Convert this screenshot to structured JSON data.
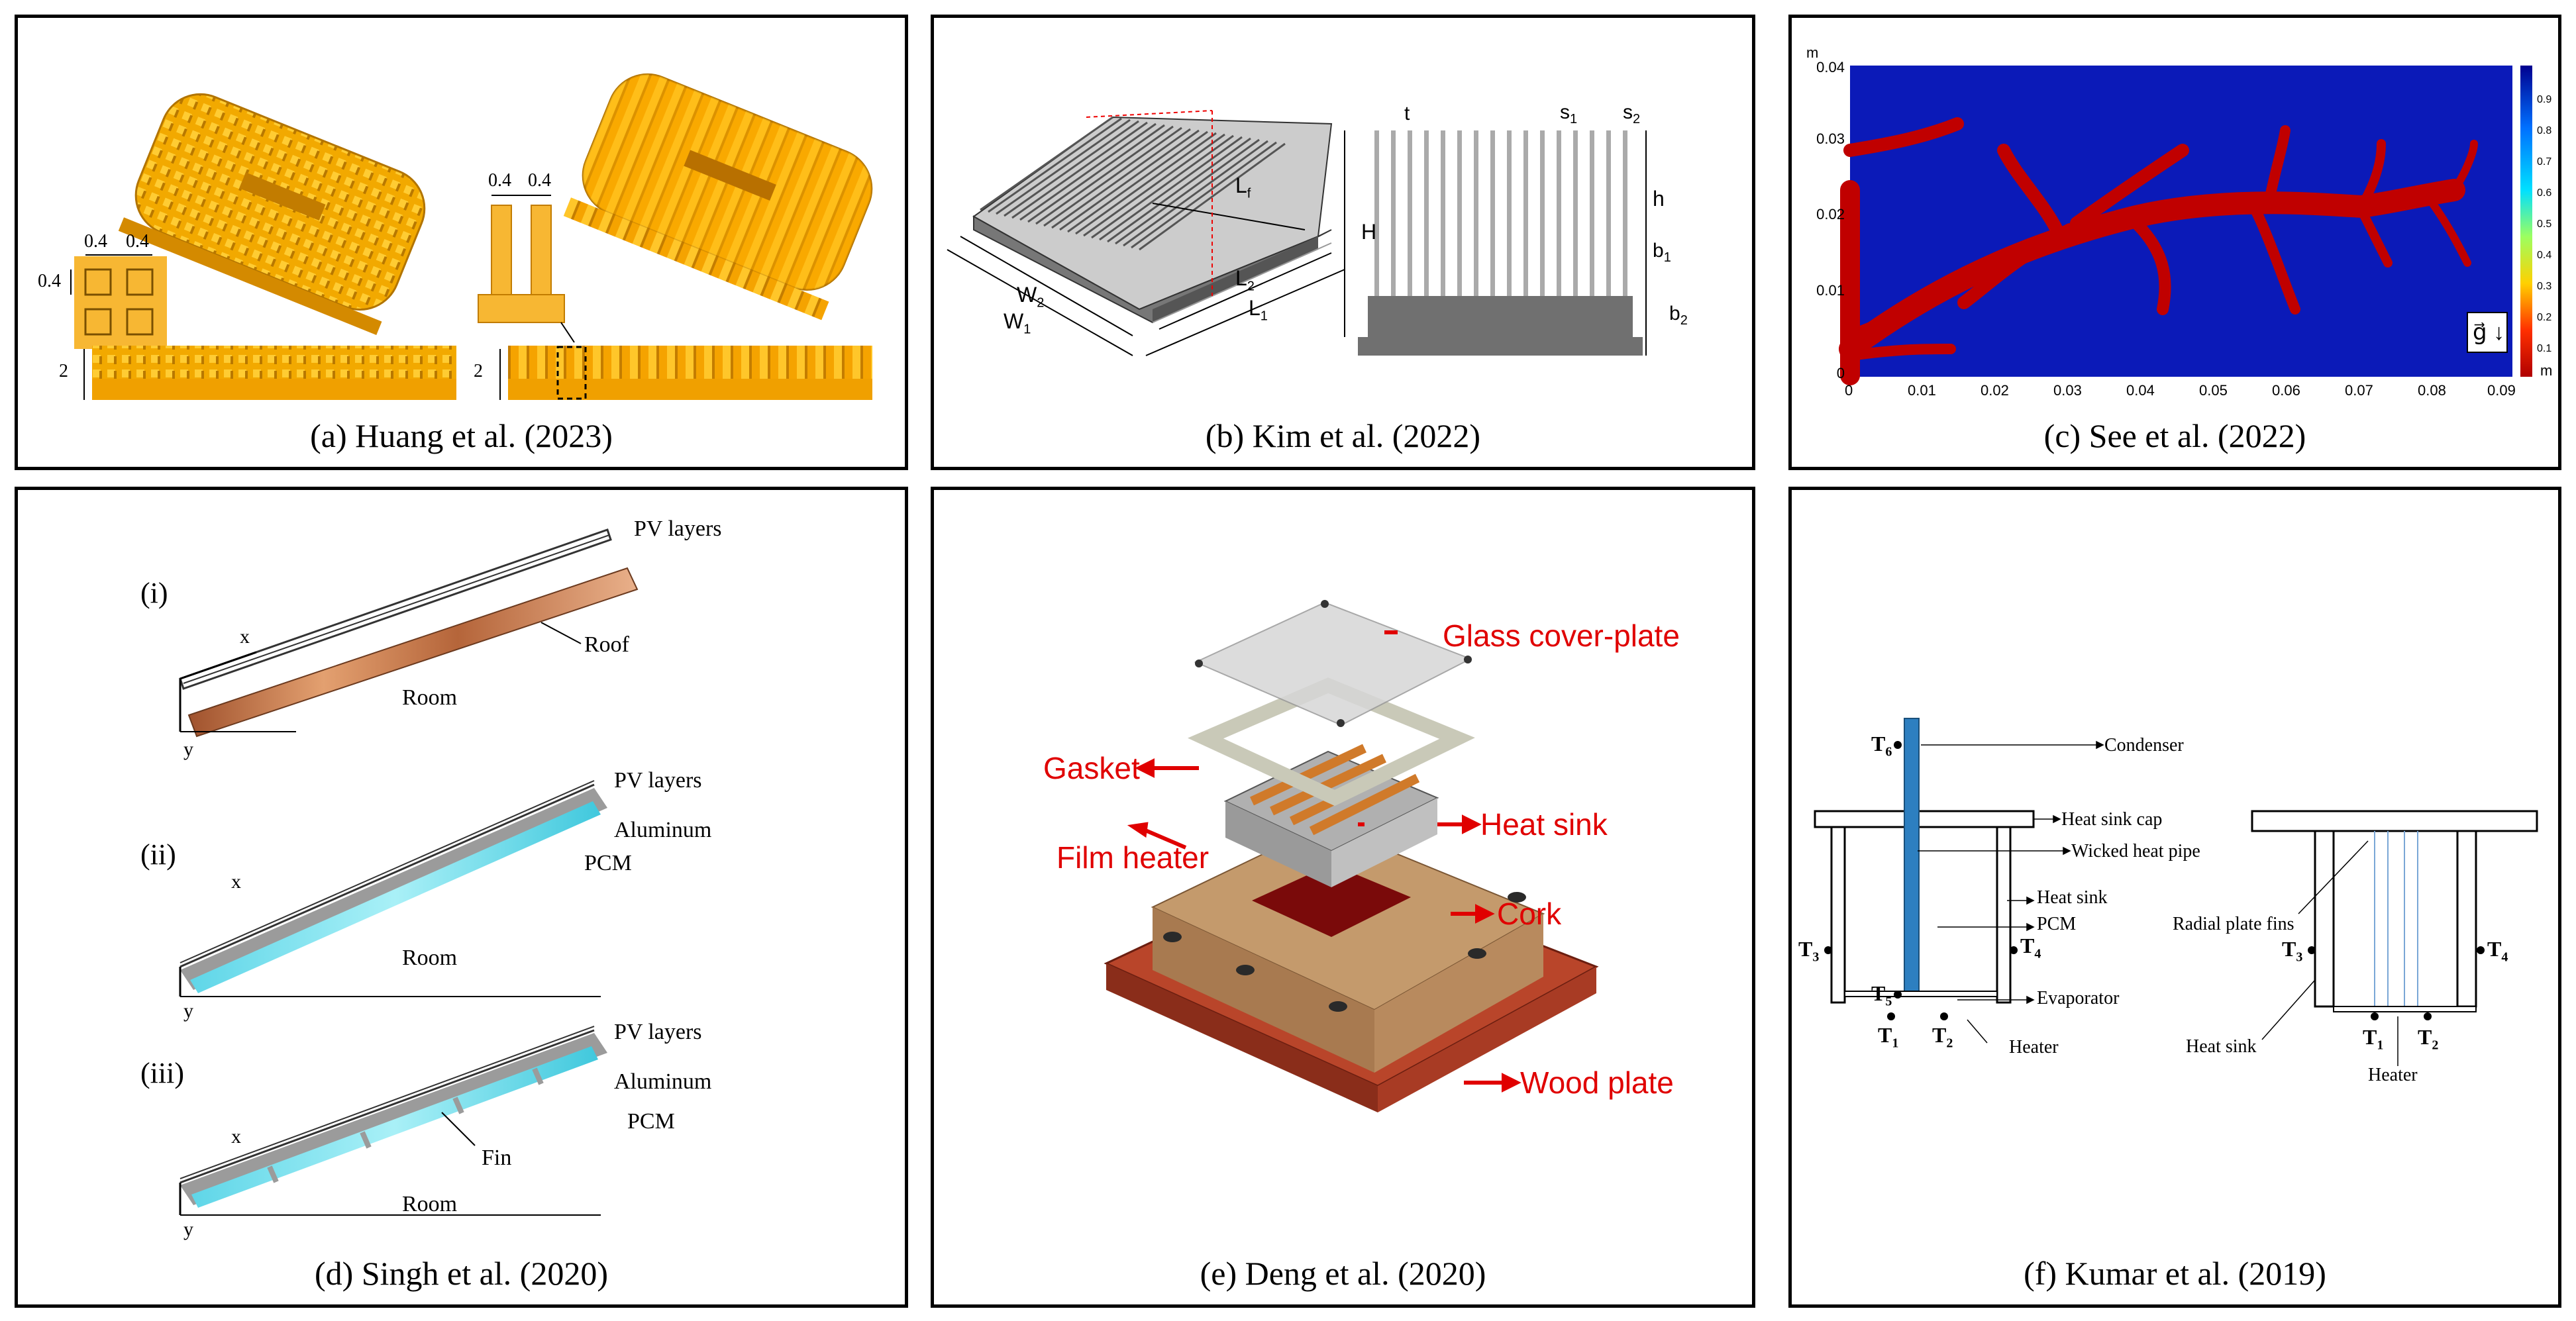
{
  "panels": {
    "a": {
      "caption": "(a)  Huang et al. (2023)",
      "dims": {
        "w1": "0.4",
        "w2": "0.4",
        "h": "0.4",
        "fin_h": "2",
        "w3": "0.4",
        "w4": "0.4",
        "fin_h2": "2"
      }
    },
    "b": {
      "caption": "(b)  Kim et al. (2022)",
      "labels": {
        "t": "t",
        "s1": "s",
        "s1_sub": "1",
        "s2": "s",
        "s2_sub": "2",
        "H": "H",
        "h": "h",
        "b1": "b",
        "b1_sub": "1",
        "b2": "b",
        "b2_sub": "2",
        "Lf": "L",
        "Lf_sub": "f",
        "L2": "L",
        "L2_sub": "2",
        "L1": "L",
        "L1_sub": "1",
        "W2": "W",
        "W2_sub": "2",
        "W1": "W",
        "W1_sub": "1"
      }
    },
    "c": {
      "caption": "(c)  See et al. (2022)",
      "unit_y": "m",
      "unit_cb": "m",
      "yticks": [
        "0.04",
        "0.03",
        "0.02",
        "0.01",
        "0"
      ],
      "xticks": [
        "0",
        "0.01",
        "0.02",
        "0.03",
        "0.04",
        "0.05",
        "0.06",
        "0.07",
        "0.08",
        "0.09"
      ],
      "cbticks": [
        "0.9",
        "0.8",
        "0.7",
        "0.6",
        "0.5",
        "0.4",
        "0.3",
        "0.2",
        "0.1"
      ],
      "gravity": "g⃗ ↓",
      "colors": {
        "bg": "#0b1ab8",
        "fill": "#c00000",
        "cb_top": "#00008f",
        "cb_bottom": "#b00000"
      }
    },
    "d": {
      "caption": "(d)  Singh et al. (2020)",
      "i": {
        "num": "(i)",
        "pv": "PV layers",
        "roof": "Roof",
        "room": "Room",
        "x": "x",
        "y": "y"
      },
      "ii": {
        "num": "(ii)",
        "pv": "PV layers",
        "al": "Aluminum",
        "pcm": "PCM",
        "room": "Room",
        "x": "x",
        "y": "y"
      },
      "iii": {
        "num": "(iii)",
        "pv": "PV layers",
        "al": "Aluminum",
        "pcm": "PCM",
        "fin": "Fin",
        "room": "Room",
        "x": "x",
        "y": "y"
      }
    },
    "e": {
      "caption": "(e)  Deng et al. (2020)",
      "labels": {
        "glass": "Glass cover-plate",
        "gasket": "Gasket",
        "heatsink": "Heat sink",
        "film": "Film heater",
        "cork": "Cork",
        "wood": "Wood plate"
      }
    },
    "f": {
      "caption": "(f) Kumar et al. (2019)",
      "left": {
        "T6": "T",
        "T6s": "6",
        "T3": "T",
        "T3s": "3",
        "T4": "T",
        "T4s": "4",
        "T5": "T",
        "T5s": "5",
        "T1": "T",
        "T1s": "1",
        "T2": "T",
        "T2s": "2",
        "condenser": "Condenser",
        "cap": "Heat sink cap",
        "wicked": "Wicked heat pipe",
        "heatsink": "Heat sink",
        "pcm": "PCM",
        "evap": "Evaporator",
        "heater": "Heater"
      },
      "right": {
        "radial": "Radial plate fins",
        "T3": "T",
        "T3s": "3",
        "T4": "T",
        "T4s": "4",
        "T1": "T",
        "T1s": "1",
        "T2": "T",
        "T2s": "2",
        "heatsink": "Heat sink",
        "heater": "Heater"
      }
    }
  }
}
